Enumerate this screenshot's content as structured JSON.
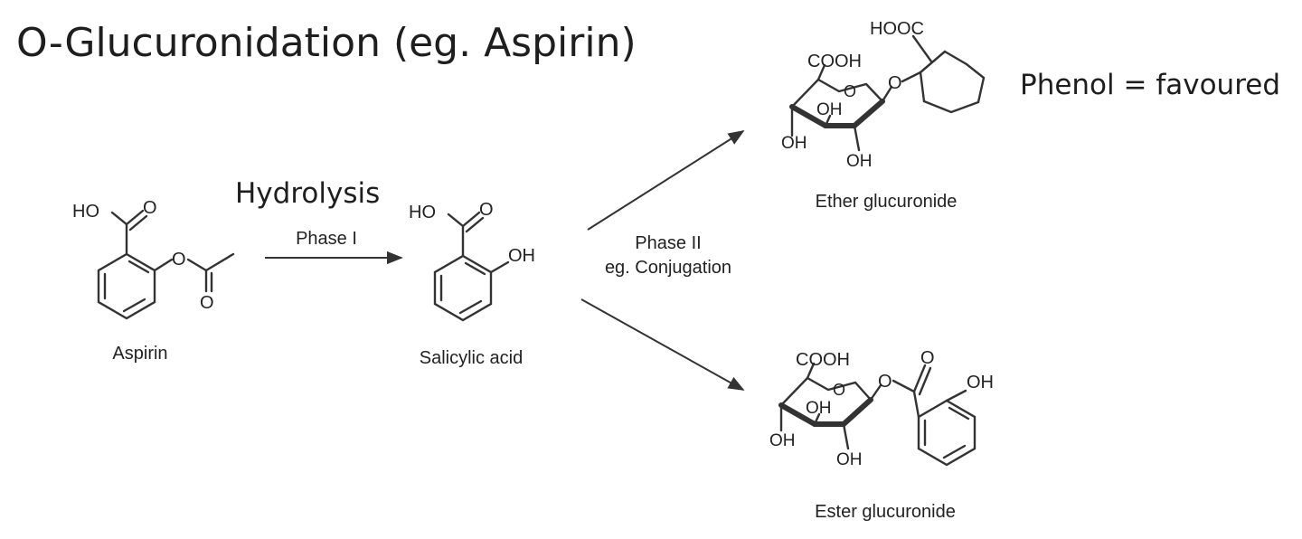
{
  "slide": {
    "title": "O-Glucuronidation (eg. Aspirin)",
    "hydrolysis_label": "Hydrolysis",
    "phase1_label": "Phase I",
    "phase2_line1": "Phase II",
    "phase2_line2": "eg. Conjugation",
    "note": "Phenol = favoured"
  },
  "molecules": {
    "aspirin": {
      "name": "Aspirin",
      "atoms": {
        "ho": "HO",
        "o_carbonyl": "O",
        "o_ester": "O",
        "o_acetyl": "O"
      }
    },
    "salicylic_acid": {
      "name": "Salicylic acid",
      "atoms": {
        "ho": "HO",
        "o_carbonyl": "O",
        "oh": "OH"
      }
    },
    "ether_glucuronide": {
      "name": "Ether glucuronide",
      "atoms": {
        "cooh": "COOH",
        "hooc": "HOOC",
        "ring_o": "O",
        "link_o": "O",
        "oh_ring": "OH",
        "oh_left": "OH",
        "oh_bottom": "OH"
      }
    },
    "ester_glucuronide": {
      "name": "Ester glucuronide",
      "atoms": {
        "cooh": "COOH",
        "ring_o": "O",
        "link_o": "O",
        "carbonyl_o": "O",
        "oh_ring": "OH",
        "oh_left": "OH",
        "oh_bottom": "OH",
        "oh_phenol": "OH"
      }
    }
  },
  "icons": {
    "arrow": "reaction-arrow-icon"
  }
}
